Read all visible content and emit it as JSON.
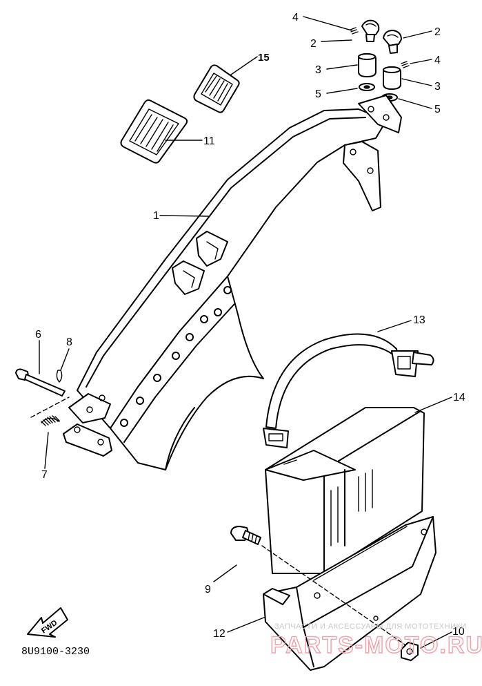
{
  "diagram": {
    "callouts": {
      "c1": "1",
      "c2a": "2",
      "c2b": "2",
      "c3a": "3",
      "c3b": "3",
      "c4a": "4",
      "c4b": "4",
      "c5a": "5",
      "c5b": "5",
      "c6": "6",
      "c7": "7",
      "c8": "8",
      "c9": "9",
      "c10": "10",
      "c11": "11",
      "c12": "12",
      "c13": "13",
      "c14": "14",
      "c15": "15"
    },
    "fwd_marker": "FWD",
    "diagram_code": "8U9100-3230"
  },
  "watermark": {
    "top_text": "ЗАПЧАСТИ И АКСЕССУАРЫ ДЛЯ МОТОТЕХНИКИ",
    "brand_text": "PARTS-MOTO.RU"
  }
}
